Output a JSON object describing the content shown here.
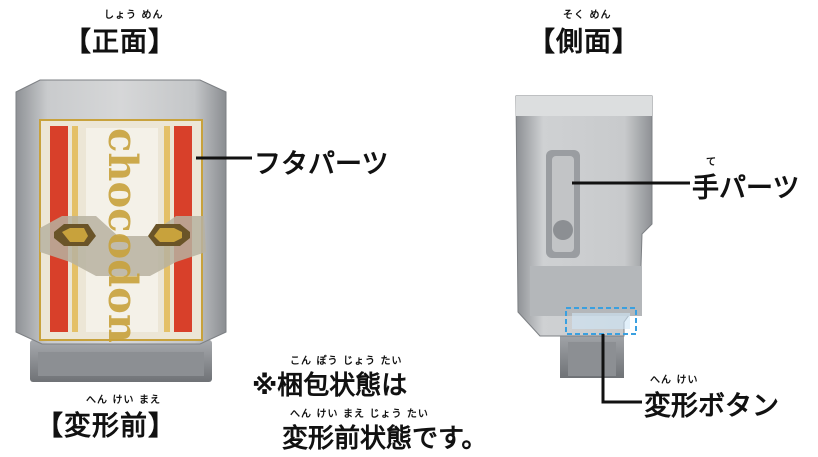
{
  "front": {
    "heading": "【正面】",
    "ruby": "しょう めん",
    "brand_text": "chocodon",
    "lid_label": "フタパーツ"
  },
  "side": {
    "heading": "【側面】",
    "ruby": "そく めん",
    "hand_label": "手パーツ",
    "hand_ruby": "て",
    "button_label": "変形ボタン",
    "button_ruby": "へん けい"
  },
  "before": {
    "heading": "【変形前】",
    "ruby": "へん けい まえ"
  },
  "note": {
    "line1": "※梱包状態は",
    "line1_ruby": "こん ぽう じょう たい",
    "line2": "変形前状態です。",
    "line2_ruby": "へん けい まえ じょう たい"
  },
  "colors": {
    "label_fill": "#111111",
    "button_highlight": "#3aa0e0",
    "card_red": "#d8402a",
    "card_gold": "#c8a23c"
  }
}
